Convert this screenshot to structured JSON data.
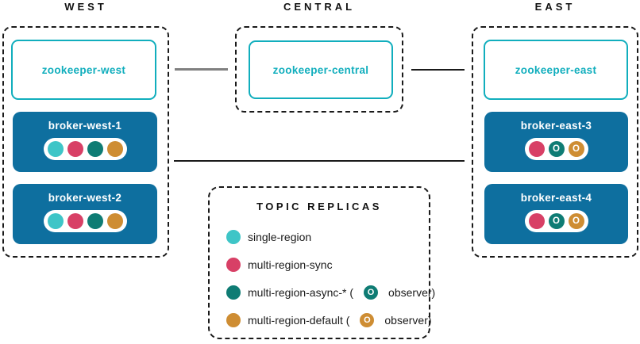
{
  "colors": {
    "teal_outline": "#11AEBD",
    "broker_blue": "#0E6F9F",
    "dot_turquoise": "#3EC5C7",
    "dot_pink": "#D84066",
    "dot_dark_teal": "#0F7C74",
    "dot_orange": "#CE8D33",
    "connector_gray": "#808080",
    "connector_black": "#1a1a1a"
  },
  "regions": {
    "west": {
      "title": "WEST",
      "zookeeper": "zookeeper-west",
      "brokers": [
        {
          "label": "broker-west-1",
          "replicas": [
            {
              "type": "single-region",
              "color": "#3EC5C7",
              "badge": ""
            },
            {
              "type": "multi-region-sync",
              "color": "#D84066",
              "badge": ""
            },
            {
              "type": "multi-region-async-*",
              "color": "#0F7C74",
              "badge": ""
            },
            {
              "type": "multi-region-default",
              "color": "#CE8D33",
              "badge": ""
            }
          ]
        },
        {
          "label": "broker-west-2",
          "replicas": [
            {
              "type": "single-region",
              "color": "#3EC5C7",
              "badge": ""
            },
            {
              "type": "multi-region-sync",
              "color": "#D84066",
              "badge": ""
            },
            {
              "type": "multi-region-async-*",
              "color": "#0F7C74",
              "badge": ""
            },
            {
              "type": "multi-region-default",
              "color": "#CE8D33",
              "badge": ""
            }
          ]
        }
      ]
    },
    "central": {
      "title": "CENTRAL",
      "zookeeper": "zookeeper-central"
    },
    "east": {
      "title": "EAST",
      "zookeeper": "zookeeper-east",
      "brokers": [
        {
          "label": "broker-east-3",
          "replicas": [
            {
              "type": "multi-region-sync",
              "color": "#D84066",
              "badge": ""
            },
            {
              "type": "multi-region-async-*",
              "color": "#0F7C74",
              "badge": "O"
            },
            {
              "type": "multi-region-default",
              "color": "#CE8D33",
              "badge": "O"
            }
          ]
        },
        {
          "label": "broker-east-4",
          "replicas": [
            {
              "type": "multi-region-sync",
              "color": "#D84066",
              "badge": ""
            },
            {
              "type": "multi-region-async-*",
              "color": "#0F7C74",
              "badge": "O"
            },
            {
              "type": "multi-region-default",
              "color": "#CE8D33",
              "badge": "O"
            }
          ]
        }
      ]
    }
  },
  "legend": {
    "title": "TOPIC REPLICAS",
    "items": [
      {
        "color": "#3EC5C7",
        "text": "single-region",
        "badge": "",
        "suffix": ""
      },
      {
        "color": "#D84066",
        "text": "multi-region-sync",
        "badge": "",
        "suffix": ""
      },
      {
        "color": "#0F7C74",
        "text": "multi-region-async-* (",
        "badge": "O",
        "suffix": "observer)"
      },
      {
        "color": "#CE8D33",
        "text": "multi-region-default (",
        "badge": "O",
        "suffix": "observer)"
      }
    ]
  }
}
